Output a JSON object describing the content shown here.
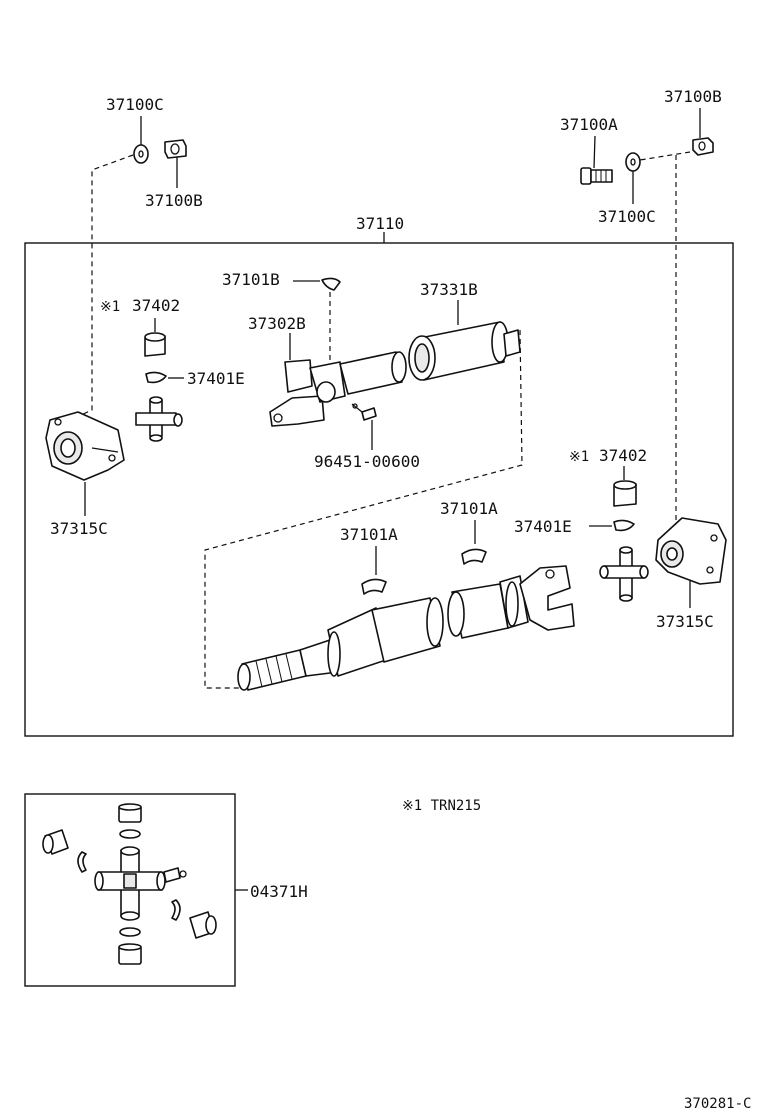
{
  "labels": {
    "washer_left_top": "37100C",
    "nut_left": "37100B",
    "nut_right_top": "37100B",
    "bolt_right": "37100A",
    "washer_right": "37100C",
    "assembly": "37110",
    "balance_weight_b": "37101B",
    "bellows": "37331B",
    "bearing_left_prefix": "※1",
    "bearing_left": "37402",
    "yoke": "37302B",
    "snap_ring_left": "37401E",
    "grease_fitting": "96451-00600",
    "bracket_left": "37315C",
    "bearing_right_prefix": "※1",
    "bearing_right": "37402",
    "balance_weight_a1": "37101A",
    "balance_weight_a2": "37101A",
    "snap_ring_right": "37401E",
    "bracket_right": "37315C",
    "spider_kit": "04371H",
    "footnote": "※1 TRN215",
    "diagram_id": "370281-C"
  },
  "icons": [
    "washer-icon",
    "nut-icon",
    "bolt-icon",
    "bearing-cup-icon",
    "snap-ring-icon",
    "universal-joint-spider-icon",
    "flange-bracket-icon",
    "slip-yoke-icon",
    "bellows-boot-icon",
    "grease-fitting-icon",
    "balance-weight-icon",
    "propeller-shaft-icon"
  ]
}
